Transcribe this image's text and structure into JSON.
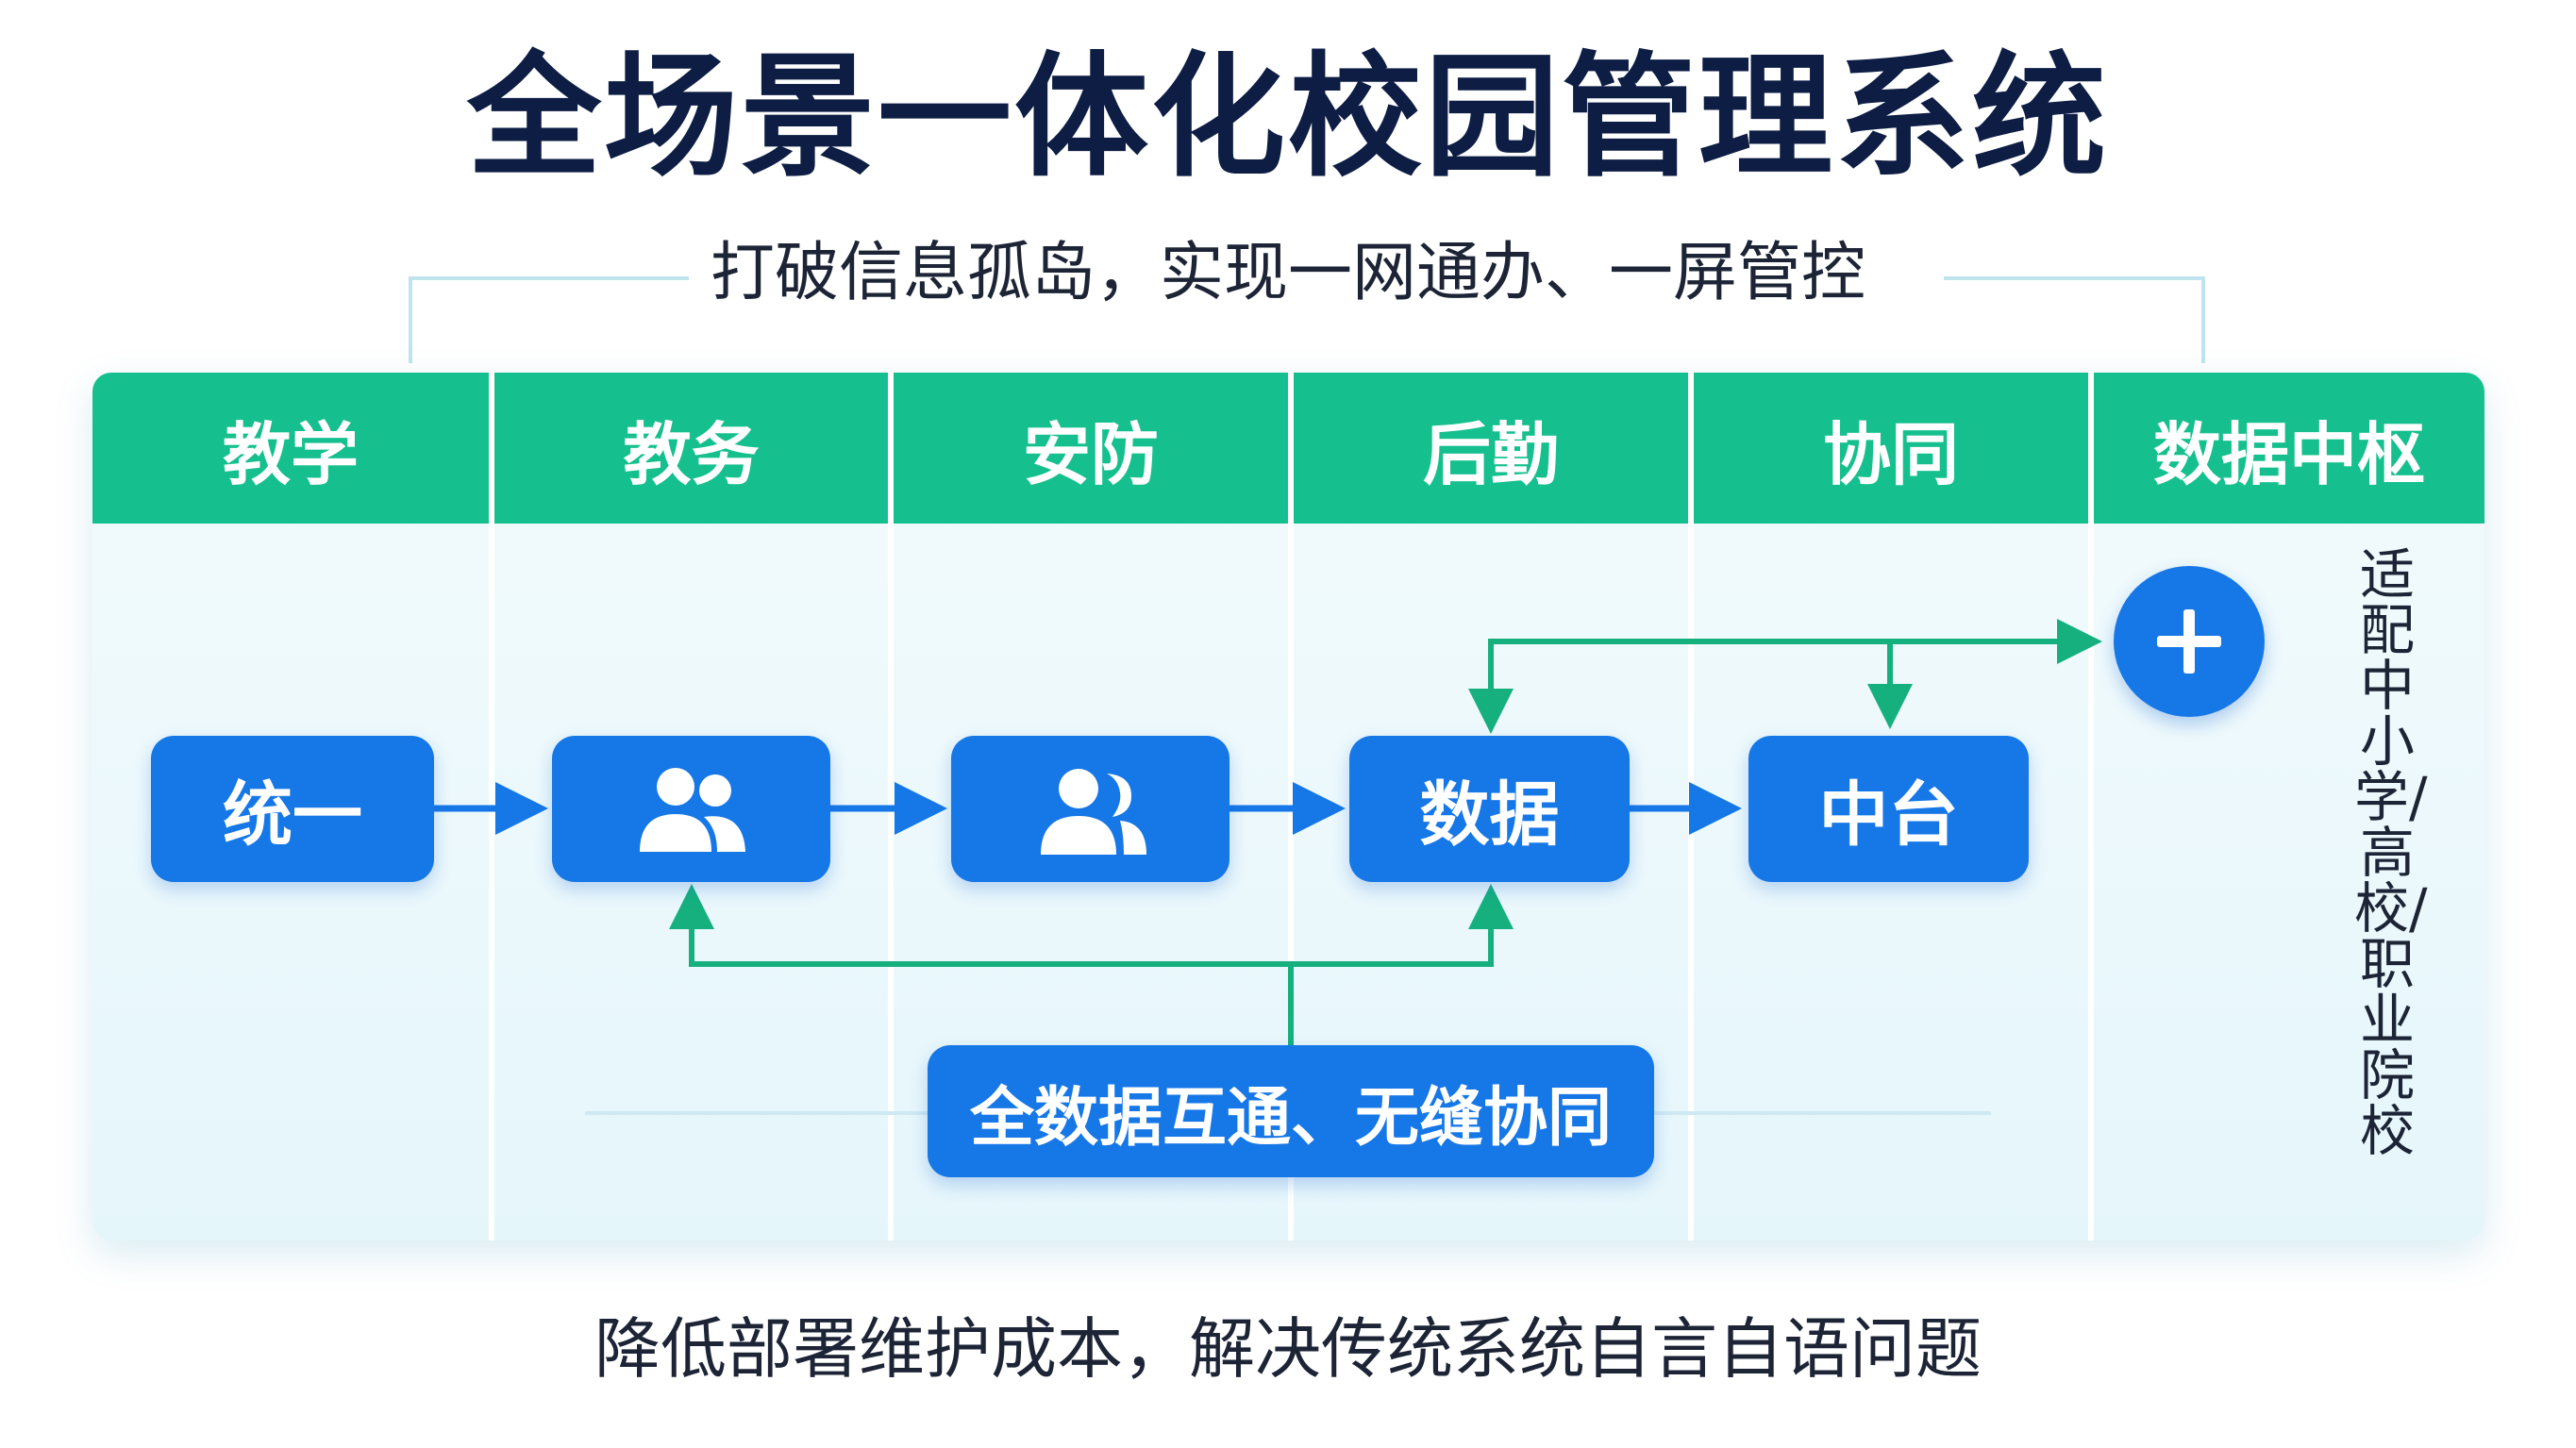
{
  "title": "全场景一体化校园管理系统",
  "subtitle": "打破信息孤岛，实现一网通办、一屏管控",
  "columns": [
    "教学",
    "教务",
    "安防",
    "后勤",
    "协同",
    "数据中枢"
  ],
  "nodes": {
    "unify": "统一",
    "users_1": "users-icon",
    "users_2": "users-icon",
    "data": "数据",
    "platform": "中台",
    "plus": "plus-icon"
  },
  "bottom_box": "全数据互通、无缝协同",
  "side_text": "适配中小学/高校/职业院校",
  "footer": "降低部署维护成本，解决传统系统自言自语问题",
  "colors": {
    "header": "#16c08e",
    "node": "#1677e6",
    "green_line": "#16b07e",
    "blue_line": "#1677e6",
    "title": "#0d1d44"
  }
}
